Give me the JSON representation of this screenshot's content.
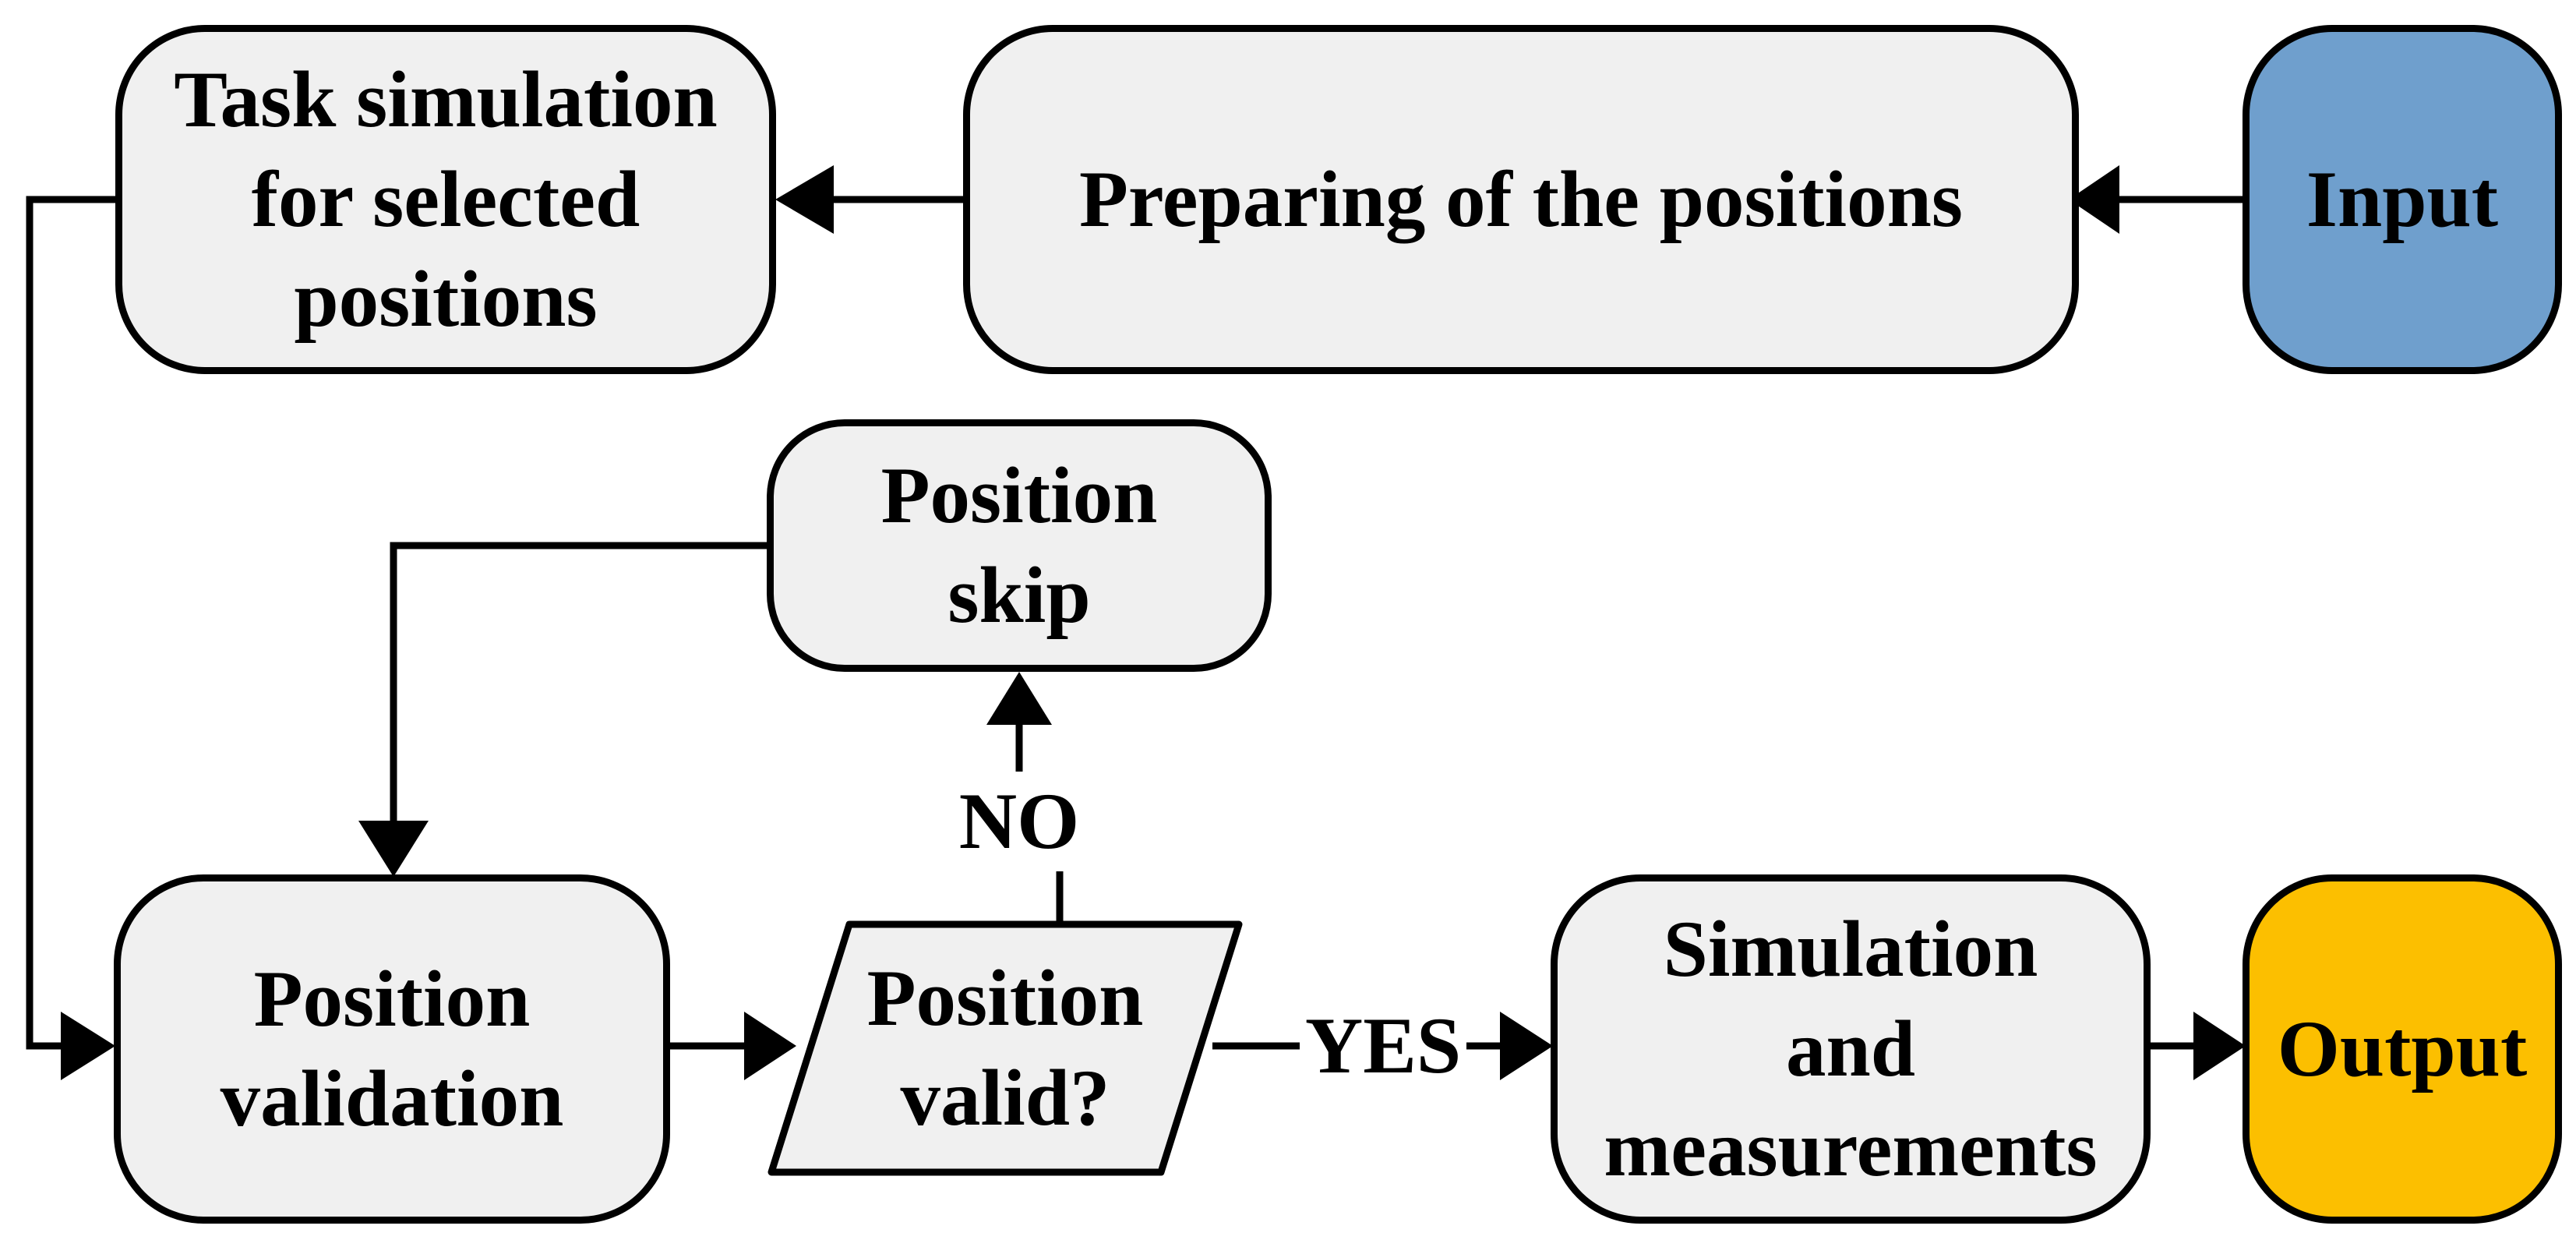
{
  "nodes": {
    "task_simulation": "Task simulation\nfor selected\npositions",
    "preparing": "Preparing of the positions",
    "input": "Input",
    "position_skip": "Position\nskip",
    "position_validation": "Position\nvalidation",
    "position_valid": "Position\nvalid?",
    "simulation": "Simulation\nand\nmeasurements",
    "output": "Output"
  },
  "edge_labels": {
    "no": "NO",
    "yes": "YES"
  },
  "colors": {
    "box_fill": "#f0f0f0",
    "input_fill": "#6f9fcd",
    "output_fill": "#fcbf00",
    "stroke": "#000000"
  }
}
